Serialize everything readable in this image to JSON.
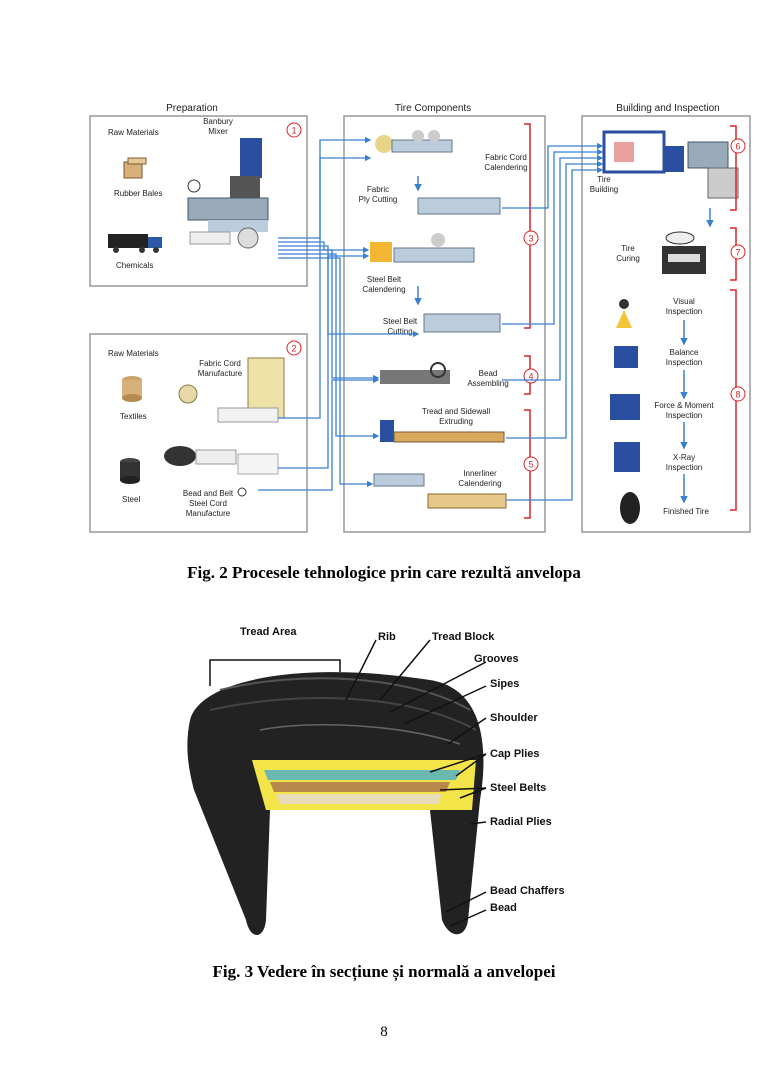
{
  "figure2": {
    "sections": {
      "preparation": "Preparation",
      "tire_components": "Tire Components",
      "building_inspection": "Building and Inspection"
    },
    "prep_box1": {
      "raw_materials": "Raw Materials",
      "banbury": [
        "Banbury",
        "Mixer"
      ],
      "rubber_bales": "Rubber Bales",
      "chemicals": "Chemicals",
      "marker": "1"
    },
    "prep_box2": {
      "raw_materials": "Raw Materials",
      "fabric_cord": [
        "Fabric Cord",
        "Manufacture"
      ],
      "textiles": "Textiles",
      "steel": "Steel",
      "bead_belt": [
        "Bead and Belt",
        "Steel Cord",
        "Manufacture"
      ],
      "marker": "2"
    },
    "components": {
      "fabric_cord_cal": [
        "Fabric Cord",
        "Calendering"
      ],
      "fabric_ply": [
        "Fabric",
        "Ply Cutting"
      ],
      "steel_belt_cal": [
        "Steel Belt",
        "Calendering"
      ],
      "steel_belt_cut": [
        "Steel Belt",
        "Cutting"
      ],
      "bead": [
        "Bead",
        "Assembling"
      ],
      "tread": [
        "Tread and Sidewall",
        "Extruding"
      ],
      "innerliner": [
        "Innerliner",
        "Calendering"
      ],
      "marker3": "3",
      "marker4": "4",
      "marker5": "5"
    },
    "building": {
      "tire_building": [
        "Tire",
        "Building"
      ],
      "tire_curing": [
        "Tire",
        "Curing"
      ],
      "visual": [
        "Visual",
        "Inspection"
      ],
      "balance": [
        "Balance",
        "Inspection"
      ],
      "force": [
        "Force & Moment",
        "Inspection"
      ],
      "xray": [
        "X-Ray",
        "Inspection"
      ],
      "finished": "Finished Tire",
      "marker6": "6",
      "marker7": "7",
      "marker8": "8"
    }
  },
  "caption2": "Fig. 2 Procesele tehnologice prin care rezultă anvelopa",
  "figure3": {
    "labels": {
      "tread_area": "Tread Area",
      "rib": "Rib",
      "tread_block": "Tread Block",
      "grooves": "Grooves",
      "sipes": "Sipes",
      "shoulder": "Shoulder",
      "cap_plies": "Cap Plies",
      "steel_belts": "Steel Belts",
      "radial_plies": "Radial Plies",
      "bead_chaffers": "Bead Chaffers",
      "bead": "Bead"
    }
  },
  "caption3": "Fig. 3 Vedere în secțiune și normală a anvelopei",
  "page_number": "8",
  "colors": {
    "arrow": "#3a7fd0",
    "bracket": "#d9252a",
    "box": "#e8e8e8",
    "tire_yellow": "#f3e44a"
  }
}
